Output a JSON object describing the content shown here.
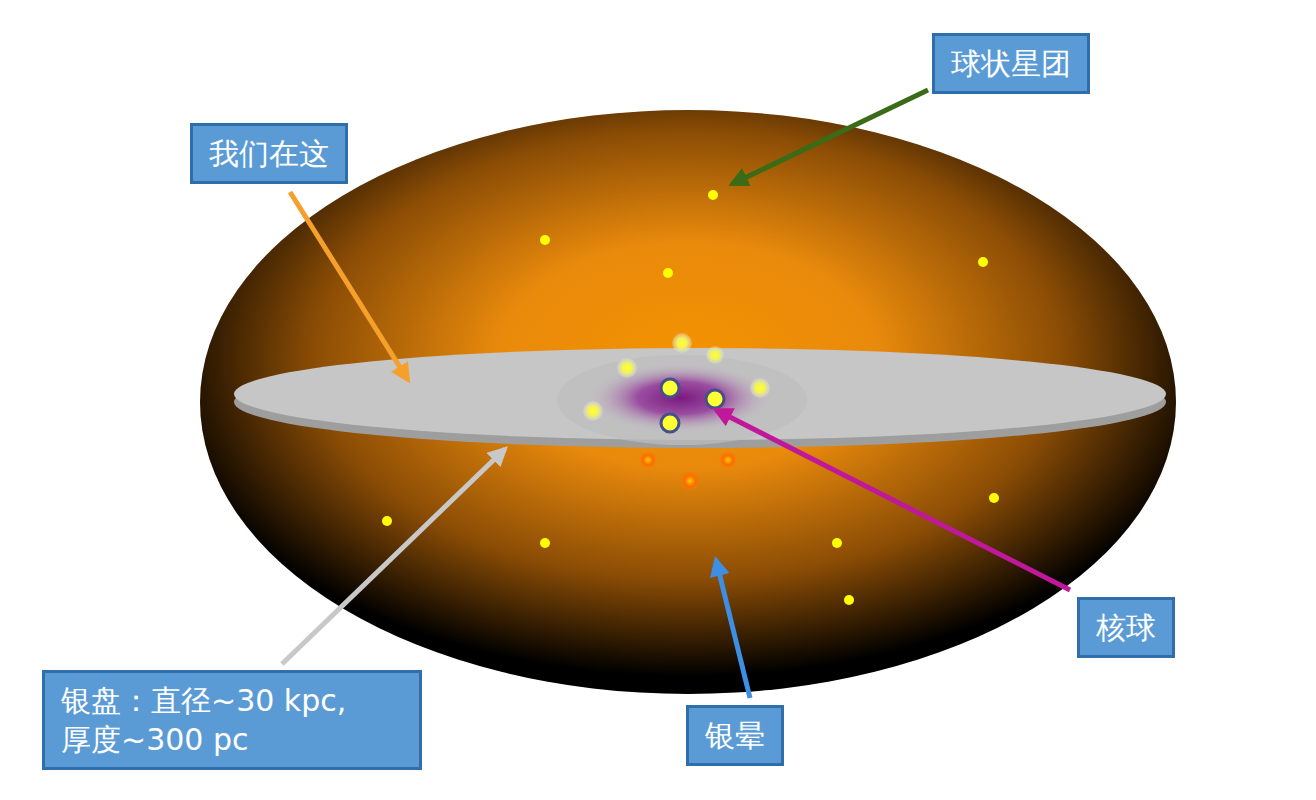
{
  "diagram": {
    "nodes": [
      {
        "text": [
          "球状星团"
        ]
      },
      {
        "text": [
          "我们在这"
        ]
      },
      {
        "text": [
          "核球"
        ]
      },
      {
        "text": [
          "银盘：直径~30 kpc, 厚度~300 pc"
        ]
      },
      {
        "text": [
          "银晕"
        ]
      }
    ]
  }
}
